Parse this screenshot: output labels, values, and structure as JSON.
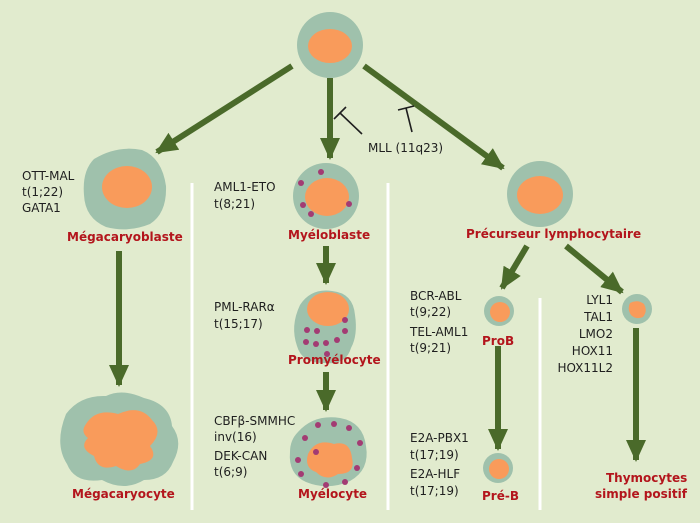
{
  "colors": {
    "background": "#e1ebce",
    "membrane": "#9fc1ac",
    "nucleus": "#f99b5b",
    "arrow": "#4a6a2a",
    "granule": "#a33b73",
    "label_red": "#b3151c",
    "divider": "#ffffff"
  },
  "cells": {
    "megakaryoblast": "Mégacaryoblaste",
    "megakaryocyte": "Mégacaryocyte",
    "myeloblast": "Myéloblaste",
    "promyelocyte": "Promyélocyte",
    "myelocyte": "Myélocyte",
    "lymph_precursor": "Précurseur lymphocytaire",
    "pro_b": "ProB",
    "pre_b": "Pré-B",
    "thymocytes_line1": "Thymocytes",
    "thymocytes_line2": "simple positif"
  },
  "mll_label": "MLL (11q23)",
  "genes": {
    "megakaryoblast": [
      "OTT-MAL",
      "t(1;22)",
      "GATA1"
    ],
    "myeloblast": [
      "AML1-ETO",
      "t(8;21)"
    ],
    "promyelocyte": [
      "PML-RARα",
      "t(15;17)"
    ],
    "myelocyte": [
      "CBFβ-SMMHC",
      "inv(16)",
      "DEK-CAN",
      "t(6;9)"
    ],
    "pro_b": [
      "BCR-ABL",
      "t(9;22)",
      "TEL-AML1",
      "t(9;21)"
    ],
    "pre_b": [
      "E2A-PBX1",
      "t(17;19)",
      "E2A-HLF",
      "t(17;19)"
    ],
    "thymocytes": [
      "LYL1",
      "TAL1",
      "LMO2",
      "HOX11",
      "HOX11L2"
    ]
  }
}
